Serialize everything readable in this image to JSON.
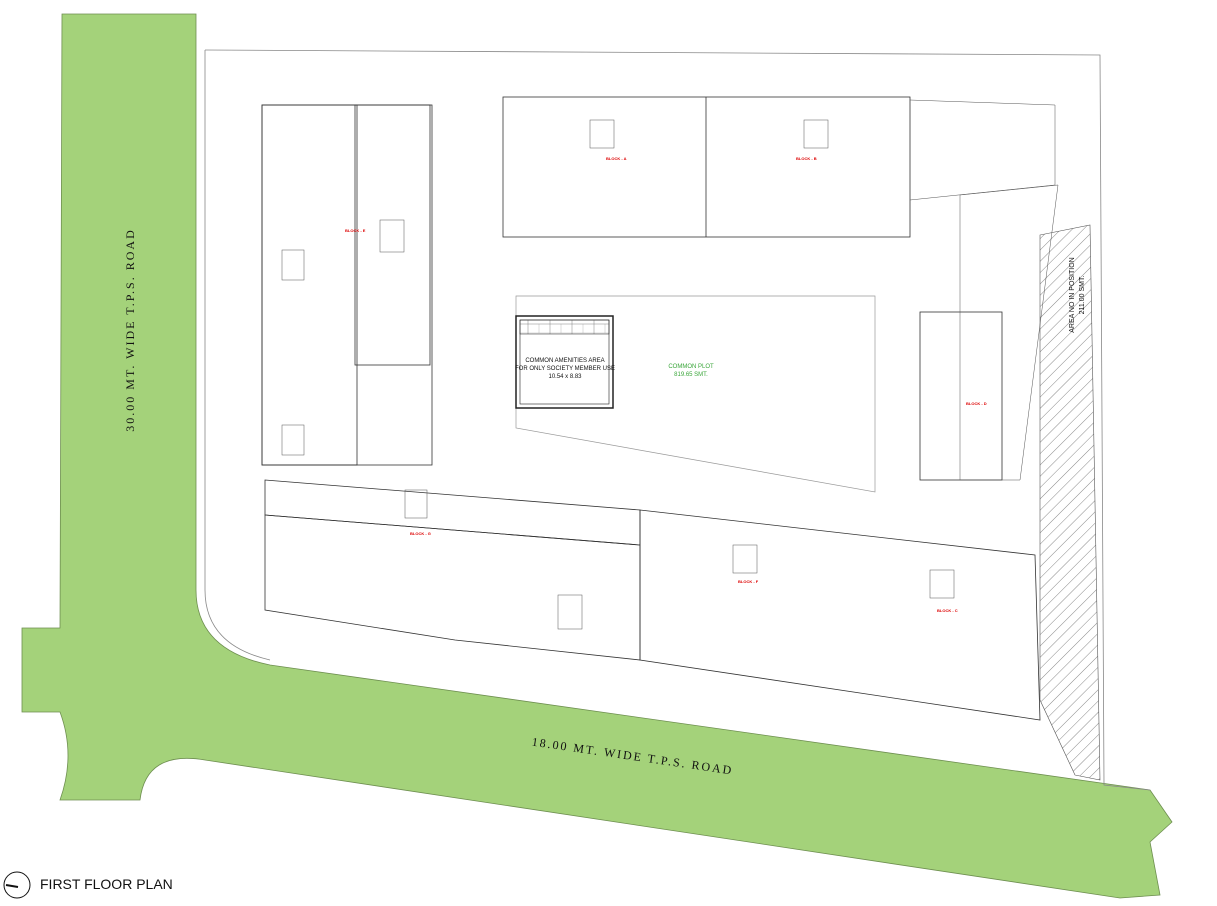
{
  "roads": {
    "vertical_label": "30.00 MT. WIDE  T.P.S. ROAD",
    "horizontal_label": "18.00 MT. WIDE  T.P.S. ROAD",
    "color": "#a4d27a"
  },
  "common_amenities": {
    "line1": "COMMON AMENITIES AREA",
    "line2": "FOR ONLY SOCIETY MEMBER USE",
    "line3": "10.54 x 8.83"
  },
  "common_plot": {
    "line1": "COMMON PLOT",
    "line2": "819.65 SMT."
  },
  "area_in_position": {
    "line1": "AREA NO IN POSITION",
    "line2": "211.00 SMT."
  },
  "blocks": {
    "a": "BLOCK - A",
    "b": "BLOCK - B",
    "c": "BLOCK - C",
    "d": "BLOCK - D",
    "e": "BLOCK - E",
    "f": "BLOCK - F",
    "g": "BLOCK - G"
  },
  "plan_title": "FIRST FLOOR PLAN"
}
